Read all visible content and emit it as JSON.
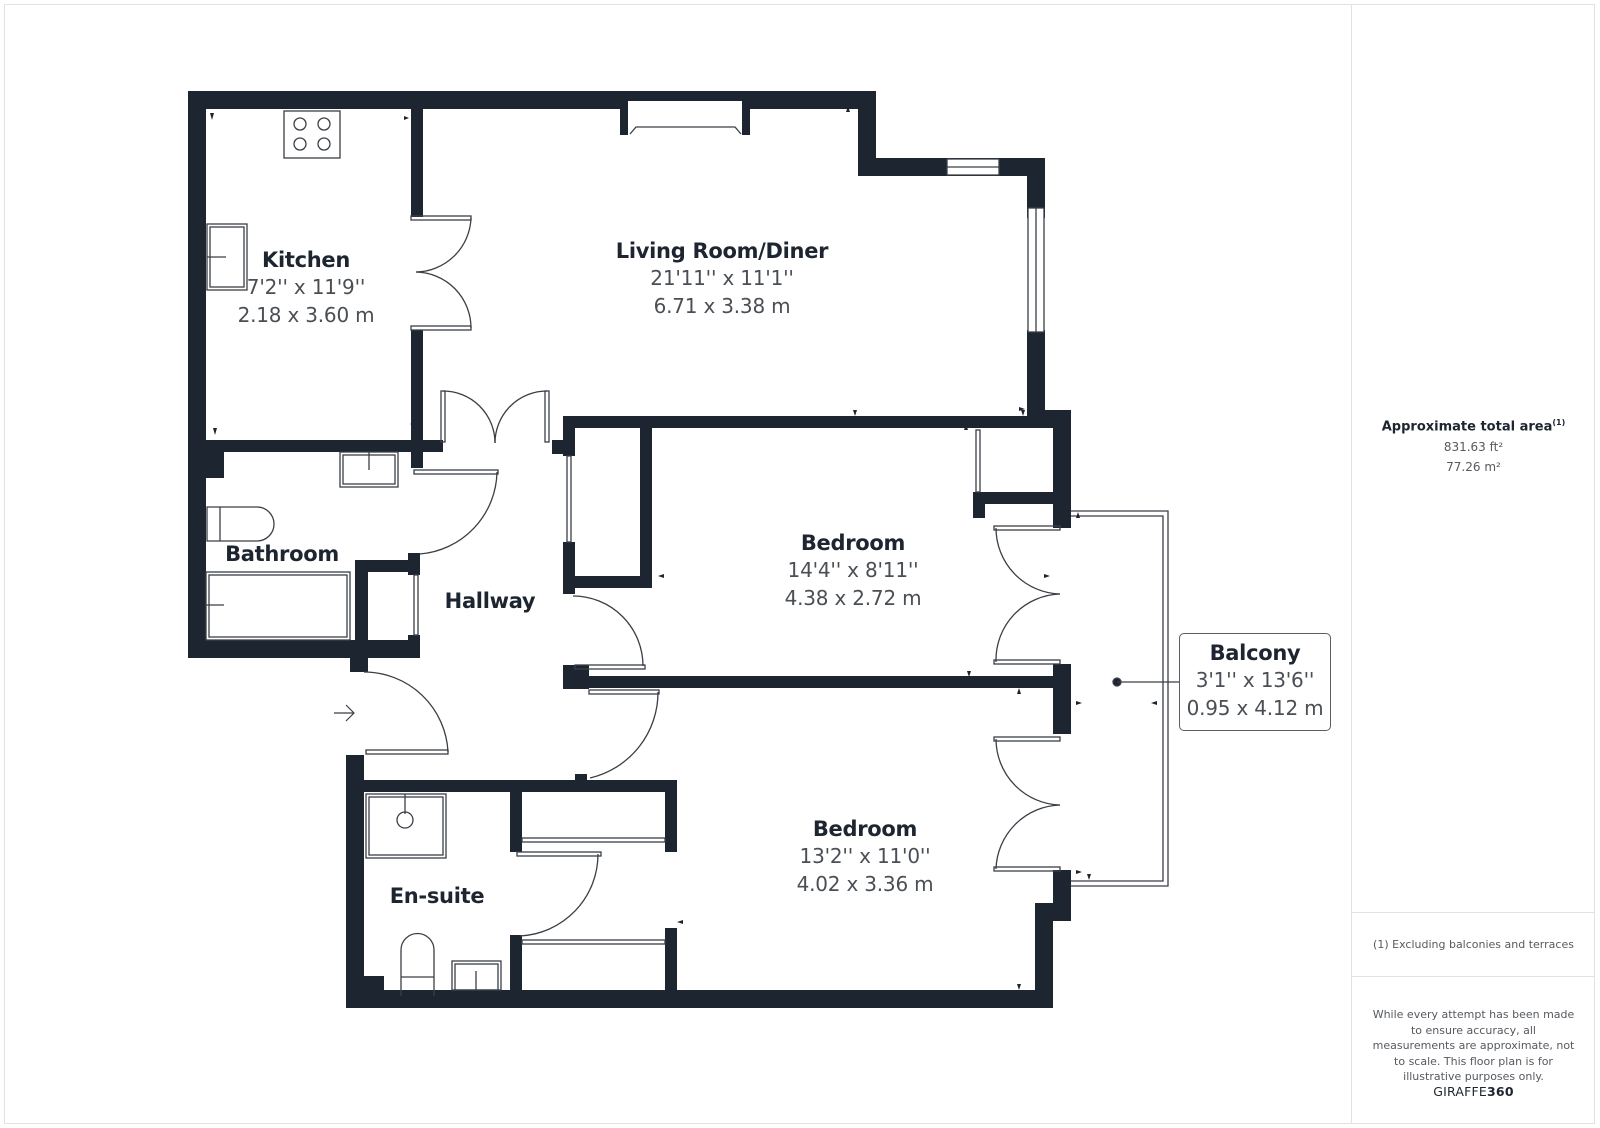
{
  "floorplan": {
    "rooms": [
      {
        "id": "kitchen",
        "name": "Kitchen",
        "dim_imperial": "7'2'' x 11'9''",
        "dim_metric": "2.18 x 3.60 m"
      },
      {
        "id": "living",
        "name": "Living Room/Diner",
        "dim_imperial": "21'11'' x 11'1''",
        "dim_metric": "6.71 x 3.38 m"
      },
      {
        "id": "bathroom",
        "name": "Bathroom"
      },
      {
        "id": "hallway",
        "name": "Hallway"
      },
      {
        "id": "bedroom1",
        "name": "Bedroom",
        "dim_imperial": "14'4'' x 8'11''",
        "dim_metric": "4.38 x 2.72 m"
      },
      {
        "id": "bedroom2",
        "name": "Bedroom",
        "dim_imperial": "13'2'' x 11'0''",
        "dim_metric": "4.02 x 3.36 m"
      },
      {
        "id": "ensuite",
        "name": "En-suite"
      },
      {
        "id": "balcony",
        "name": "Balcony",
        "dim_imperial": "3'1'' x 13'6''",
        "dim_metric": "0.95 x 4.12 m"
      }
    ],
    "colors": {
      "wall": "#1d2530",
      "line": "#3a3f46",
      "text": "#1d2530",
      "dim_text": "#4a4f55"
    },
    "icons": {
      "entrance": "entrance-arrow-icon"
    }
  },
  "sidebar": {
    "area_title": "Approximate total area",
    "area_superscript": "(1)",
    "area_sqft": "831.63 ft²",
    "area_sqm": "77.26 m²",
    "footnote": "(1) Excluding balconies and terraces",
    "disclaimer": "While every attempt has been made to ensure accuracy, all measurements are approximate, not to scale. This floor plan is for illustrative purposes only.",
    "brand_part1": "GIRAFFE",
    "brand_part2": "360"
  }
}
